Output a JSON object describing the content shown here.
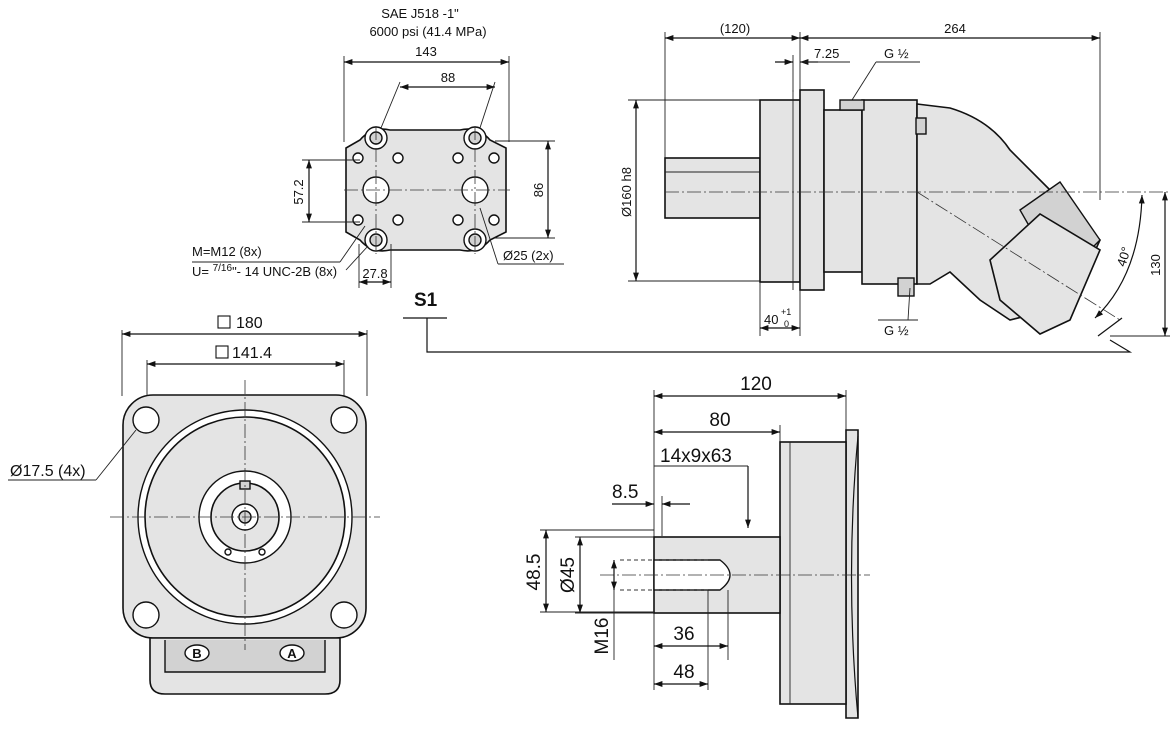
{
  "port_flange": {
    "spec_line1": "SAE J518 -1\"",
    "spec_line2": "6000 psi  (41.4 MPa)",
    "dim_143": "143",
    "dim_88": "88",
    "dim_57_2": "57.2",
    "dim_86": "86",
    "dim_27_8": "27.8",
    "thread_m": "M=M12 (8x)",
    "thread_u_prefix": "U= ",
    "thread_u_fraction": "7/16",
    "thread_u_suffix": "\"- 14 UNC-2B (8x)",
    "bore": "Ø25 (2x)"
  },
  "side_view": {
    "dim_120": "(120)",
    "dim_264": "264",
    "dim_7_25": "7.25",
    "port_top": "G ½",
    "port_bottom": "G ½",
    "dia_160": "Ø160 h8",
    "dim_40": "40",
    "dim_40_tol_upper": "+1",
    "dim_40_tol_lower": "0",
    "angle": "40°",
    "dim_130": "130",
    "section_label": "S1"
  },
  "front_view": {
    "square_180": "180",
    "square_141_4": "141.4",
    "holes": "Ø17.5 (4x)",
    "port_b": "B",
    "port_a": "A"
  },
  "shaft_detail": {
    "dim_120": "120",
    "dim_80": "80",
    "spline": "14x9x63",
    "dim_8_5": "8.5",
    "dim_48_5": "48.5",
    "dia_45": "Ø45",
    "thread": "M16",
    "dim_36": "36",
    "dim_48": "48"
  }
}
